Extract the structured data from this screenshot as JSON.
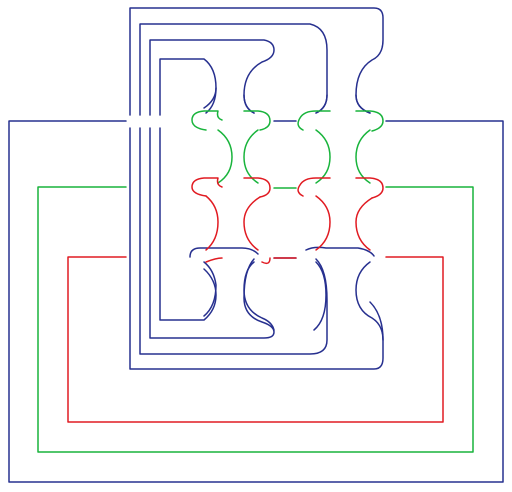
{
  "diagram": {
    "type": "link-diagram",
    "background": "#ffffff",
    "colors": {
      "blue": "#27308f",
      "green": "#19b43c",
      "red": "#e11b22"
    },
    "frames": [
      {
        "name": "outer-frame",
        "color": "blue"
      },
      {
        "name": "middle-frame",
        "color": "green"
      },
      {
        "name": "inner-frame",
        "color": "red"
      }
    ],
    "tangle_rows": 3,
    "tangle_columns": 4,
    "nested_loops": 5
  }
}
